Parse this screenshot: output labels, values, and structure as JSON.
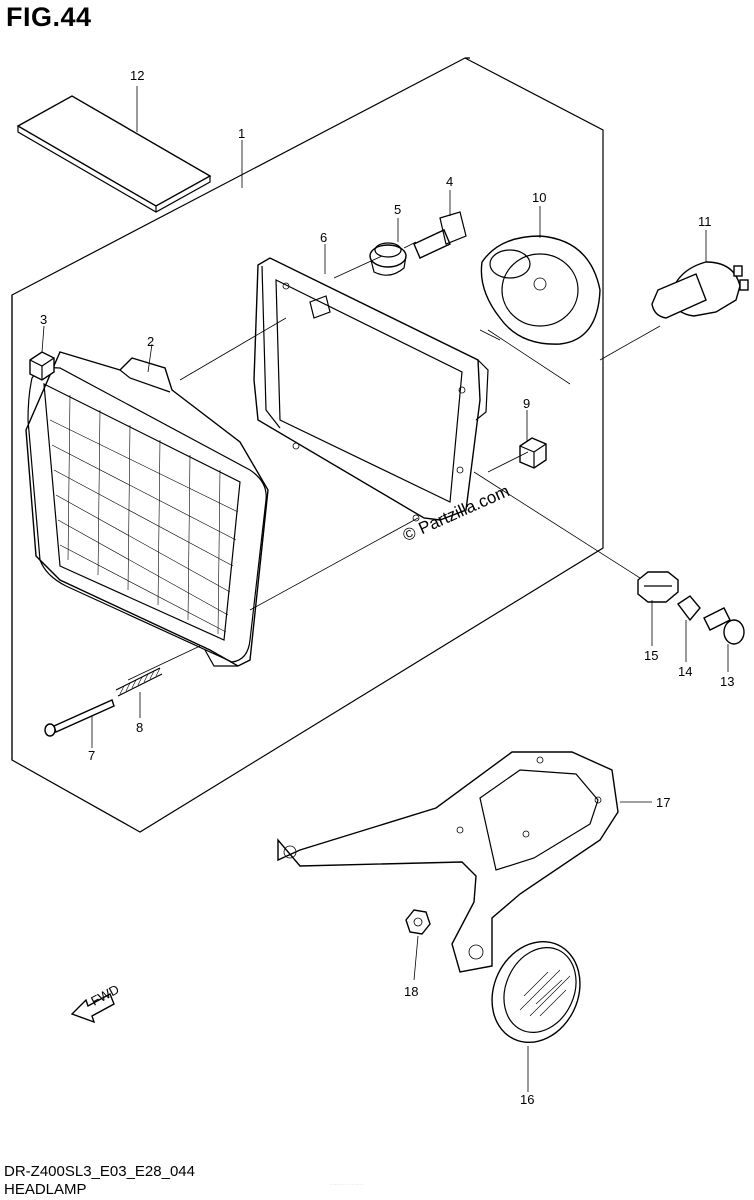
{
  "figure": {
    "title": "FIG.44",
    "model_code": "DR-Z400SL3_E03_E28_044",
    "section_name": "HEADLAMP",
    "watermark": "© Partzilla.com",
    "fine_print": "· · · · · · · · · · · · · ·",
    "direction_label": "FWD"
  },
  "callouts": [
    {
      "num": "1"
    },
    {
      "num": "2"
    },
    {
      "num": "3"
    },
    {
      "num": "4"
    },
    {
      "num": "5"
    },
    {
      "num": "6"
    },
    {
      "num": "7"
    },
    {
      "num": "8"
    },
    {
      "num": "9"
    },
    {
      "num": "10"
    },
    {
      "num": "11"
    },
    {
      "num": "12"
    },
    {
      "num": "13"
    },
    {
      "num": "14"
    },
    {
      "num": "15"
    },
    {
      "num": "16"
    },
    {
      "num": "17"
    },
    {
      "num": "18"
    }
  ],
  "icons": {
    "direction_arrow": "fwd-arrow-icon"
  }
}
